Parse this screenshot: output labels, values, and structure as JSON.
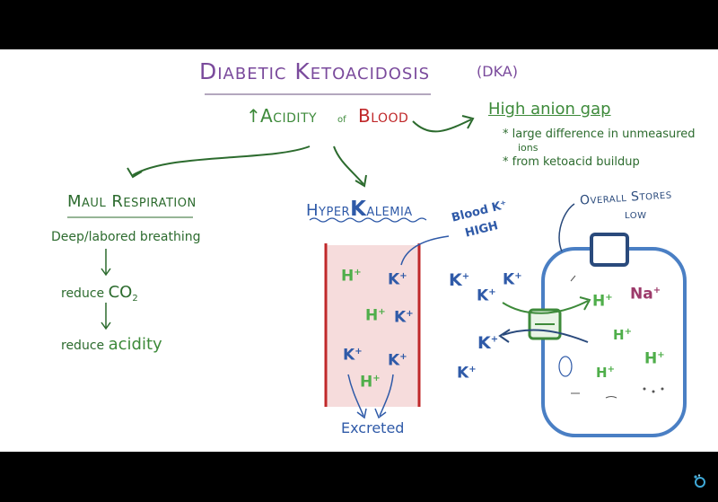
{
  "title": {
    "main": "Diabetic Ketoacidosis",
    "abbr": "(DKA)"
  },
  "center": {
    "arrow": "↑",
    "acidity": "Acidity",
    "of": "of",
    "blood": "Blood"
  },
  "anion_gap": {
    "heading": "High anion gap",
    "bullets": [
      "large difference in unmeasured",
      "ions",
      "from ketoacid buildup"
    ]
  },
  "respiration": {
    "heading": "Maul Respiration",
    "steps": [
      "Deep/labored breathing",
      "reduce",
      "reduce"
    ],
    "co2": "CO",
    "co2_sub": "2",
    "acidity_word": "acidity"
  },
  "hyperkalemia": {
    "heading_a": "Hyper",
    "heading_b": "K",
    "heading_c": "alemia",
    "blood_label_1": "Blood K⁺",
    "blood_label_2": "HIGH",
    "excreted": "Excreted"
  },
  "vessel_ions": {
    "h1": "H",
    "k1": "K",
    "h2": "H",
    "k2": "K",
    "k3": "K",
    "k4": "K",
    "h3": "H",
    "plus": "+"
  },
  "middle_ions": {
    "k_a": "K",
    "k_b": "K",
    "k_c": "K",
    "k_d": "K",
    "k_e": "K",
    "plus": "+"
  },
  "cell": {
    "label_1": "Overall Stores",
    "label_2": "low",
    "h_in": "H",
    "na": "Na",
    "h_a": "H",
    "h_b": "H",
    "h_c": "H",
    "plus": "+"
  },
  "colors": {
    "title": "#7a4a9c",
    "green": "#3d8a3a",
    "red": "#c0282a",
    "blue": "#2f5aa8",
    "vessel_fill": "#f6dcdc",
    "cell_stroke": "#4a7fc4"
  },
  "icons": {
    "logo": "osmosis-logo-icon"
  }
}
